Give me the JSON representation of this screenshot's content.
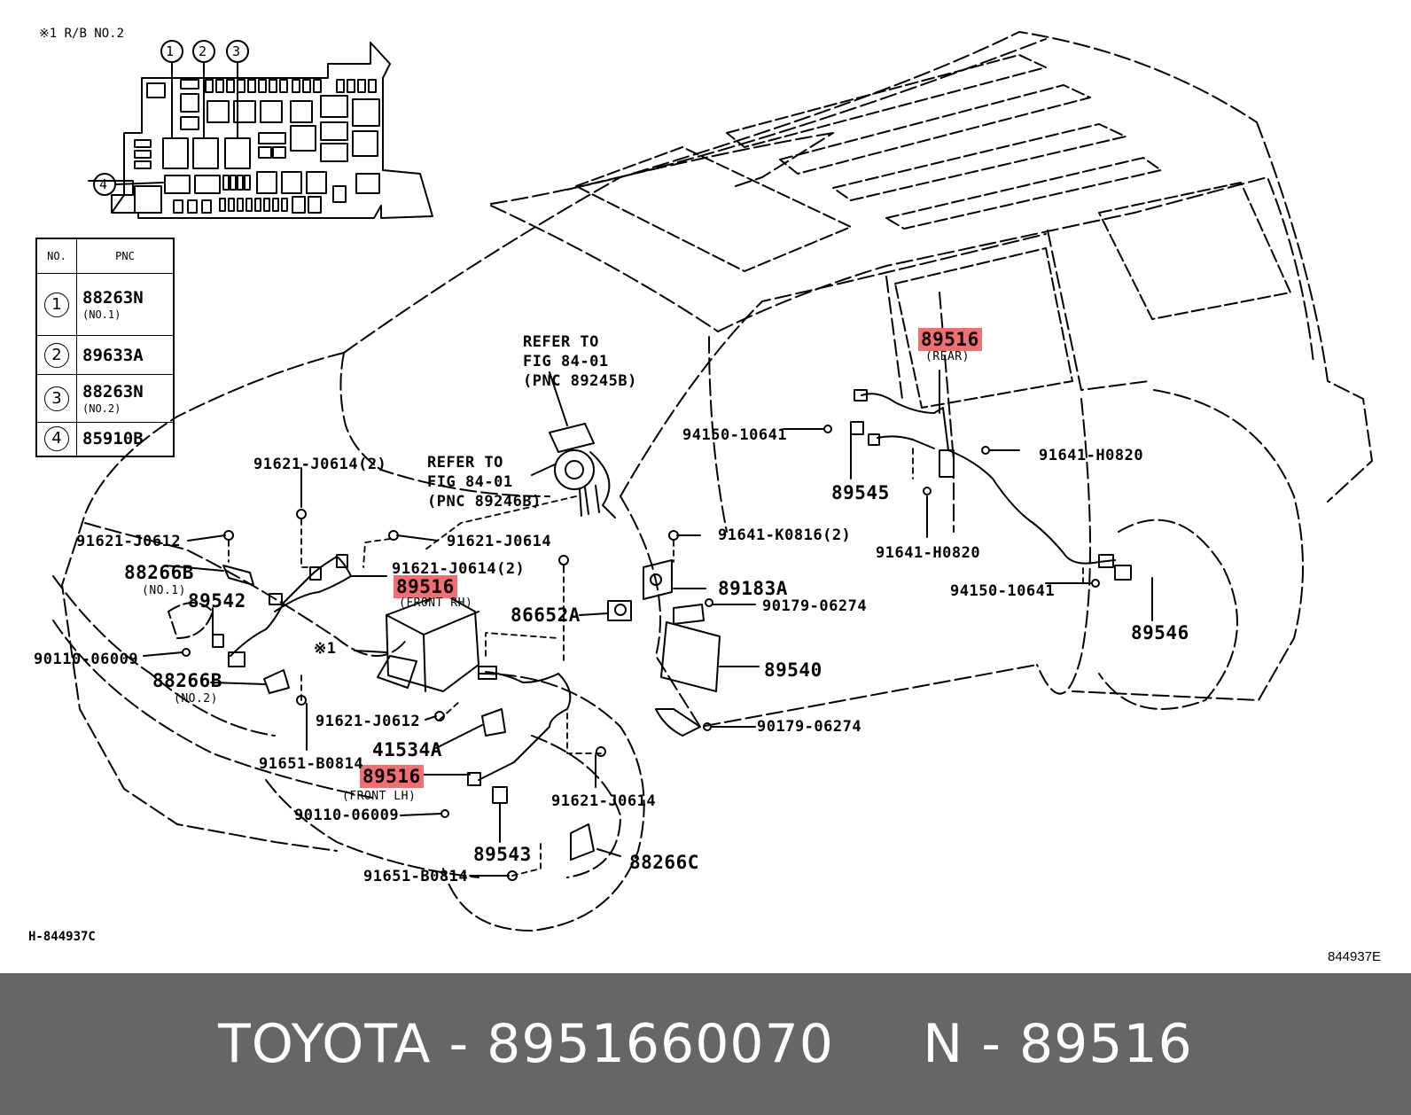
{
  "rb_note": "※1 R/B NO.2",
  "rb_circles": [
    "1",
    "2",
    "3",
    "4"
  ],
  "table": {
    "headers": [
      "NO.",
      "PNC"
    ],
    "rows": [
      {
        "no": "1",
        "pnc": "88263N",
        "sub": "(NO.1)"
      },
      {
        "no": "2",
        "pnc": "89633A",
        "sub": ""
      },
      {
        "no": "3",
        "pnc": "88263N",
        "sub": "(NO.2)"
      },
      {
        "no": "4",
        "pnc": "85910B",
        "sub": ""
      }
    ]
  },
  "callouts": {
    "refer1_l1": "REFER TO",
    "refer1_l2": "FIG 84-01",
    "refer1_l3": "(PNC 89245B)",
    "refer2_l1": "REFER TO",
    "refer2_l2": "FIG 84-01",
    "refer2_l3": "(PNC 89246B)",
    "p_89516_rear": "89516",
    "p_89516_rear_sub": "(REAR)",
    "p_89516_frh": "89516",
    "p_89516_frh_sub": "(FRONT RH)",
    "p_89516_flh": "89516",
    "p_89516_flh_sub": "(FRONT LH)",
    "p_94150_a": "94150-10641",
    "p_91641_h0820_a": "91641-H0820",
    "p_89545": "89545",
    "p_91621_j0614_2a": "91621-J0614(2)",
    "p_91621_j0612_a": "91621-J0612",
    "p_91621_j0614_a": "91621-J0614",
    "p_88266b_1": "88266B",
    "p_88266b_1_sub": "(NO.1)",
    "p_89542": "89542",
    "p_91621_j0614_2b": "91621-J0614(2)",
    "p_91641_k0816": "91641-K0816(2)",
    "p_91641_h0820_b": "91641-H0820",
    "p_89183a": "89183A",
    "p_94150_b": "94150-10641",
    "p_90179_a": "90179-06274",
    "p_86652a": "86652A",
    "p_89546": "89546",
    "p_x1": "※1",
    "p_90110_a": "90110-06009",
    "p_88266b_2": "88266B",
    "p_88266b_2_sub": "(NO.2)",
    "p_89540": "89540",
    "p_91621_j0612_b": "91621-J0612",
    "p_90179_b": "90179-06274",
    "p_41534a": "41534A",
    "p_91651_a": "91651-B0814",
    "p_91621_j0614_b": "91621-J0614",
    "p_90110_b": "90110-06009",
    "p_89543": "89543",
    "p_88266c": "88266C",
    "p_91651_b": "91651-B0814"
  },
  "fig_left": "H-844937C",
  "fig_right": "844937E",
  "footer": "TOYOTA - 8951660070     N - 89516",
  "colors": {
    "highlight": "#f26e70",
    "footer_bg": "#666666"
  }
}
